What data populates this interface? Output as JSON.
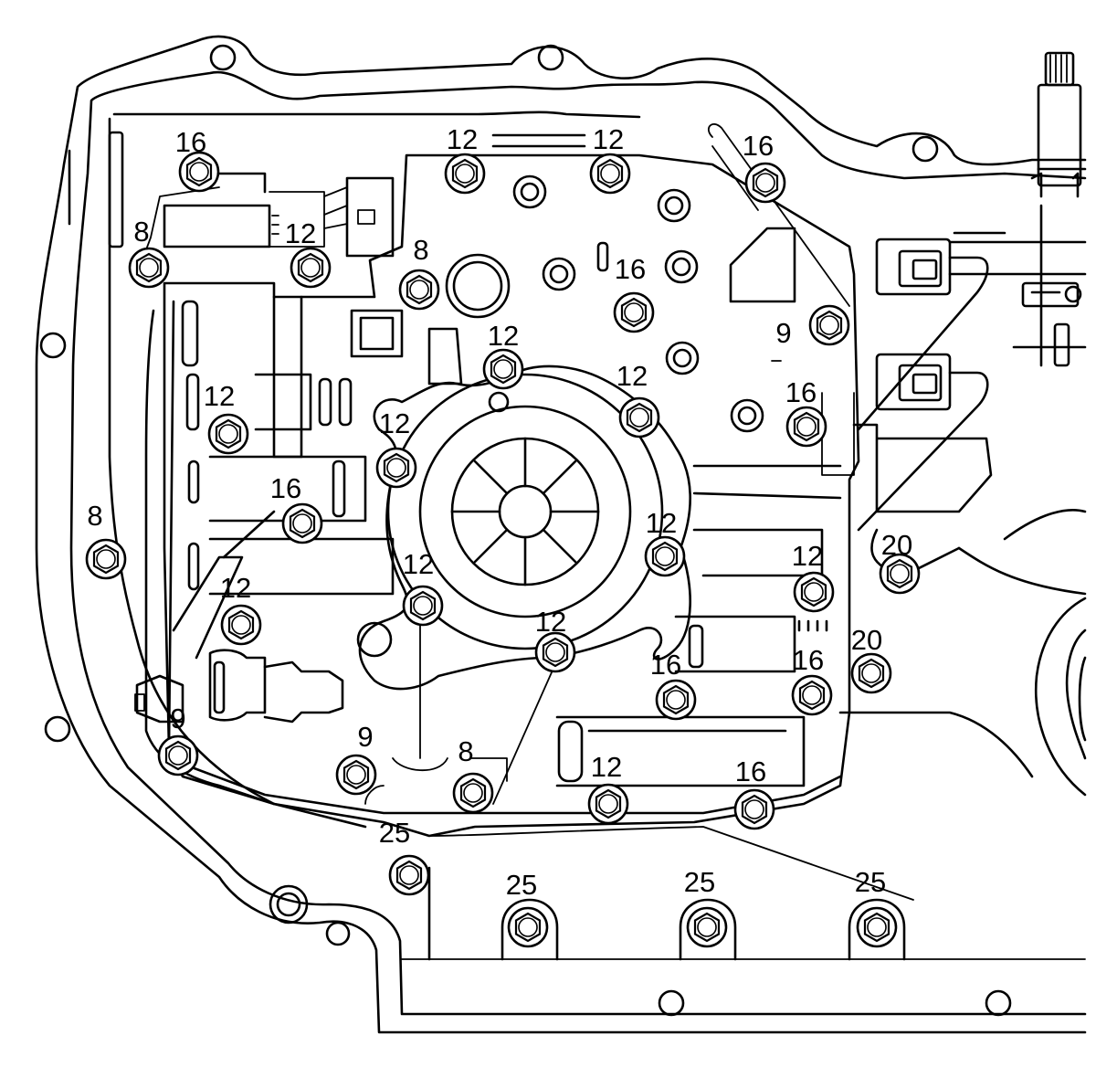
{
  "diagram": {
    "callouts": [
      {
        "id": "c01",
        "text": "16"
      },
      {
        "id": "c02",
        "text": "12"
      },
      {
        "id": "c03",
        "text": "12"
      },
      {
        "id": "c04",
        "text": "16"
      },
      {
        "id": "c05",
        "text": "8"
      },
      {
        "id": "c06",
        "text": "12"
      },
      {
        "id": "c07",
        "text": "8"
      },
      {
        "id": "c08",
        "text": "16"
      },
      {
        "id": "c09",
        "text": "9"
      },
      {
        "id": "c10",
        "text": "12"
      },
      {
        "id": "c11",
        "text": "12"
      },
      {
        "id": "c12",
        "text": "16"
      },
      {
        "id": "c13",
        "text": "12"
      },
      {
        "id": "c14",
        "text": "12"
      },
      {
        "id": "c15",
        "text": "16"
      },
      {
        "id": "c16",
        "text": "8"
      },
      {
        "id": "c17",
        "text": "12"
      },
      {
        "id": "c18",
        "text": "12"
      },
      {
        "id": "c19",
        "text": "12"
      },
      {
        "id": "c20",
        "text": "20"
      },
      {
        "id": "c21",
        "text": "12"
      },
      {
        "id": "c22",
        "text": "12"
      },
      {
        "id": "c23",
        "text": "20"
      },
      {
        "id": "c24",
        "text": "16"
      },
      {
        "id": "c25",
        "text": "16"
      },
      {
        "id": "c26",
        "text": "9"
      },
      {
        "id": "c27",
        "text": "9"
      },
      {
        "id": "c28",
        "text": "8"
      },
      {
        "id": "c29",
        "text": "12"
      },
      {
        "id": "c30",
        "text": "16"
      },
      {
        "id": "c31",
        "text": "25"
      },
      {
        "id": "c32",
        "text": "25"
      },
      {
        "id": "c33",
        "text": "25"
      },
      {
        "id": "c34",
        "text": "25"
      }
    ]
  }
}
